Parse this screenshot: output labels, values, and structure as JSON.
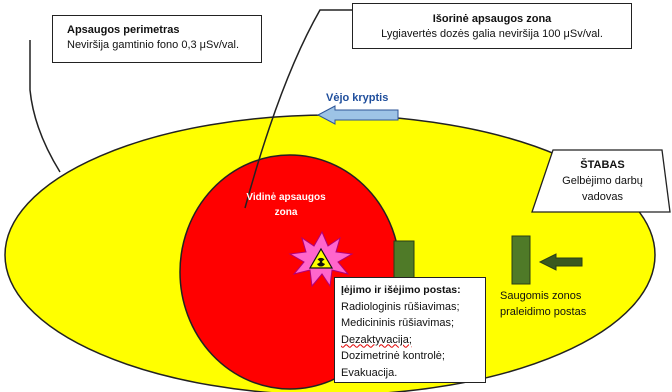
{
  "outer_zone": {
    "title": "Apsaugos perimetras",
    "text": "Neviršija gamtinio fono 0,3 μSv/val."
  },
  "external_zone": {
    "title": "Išorinė apsaugos zona",
    "text": "Lygiavertės dozės galia neviršija 100 μSv/val."
  },
  "wind": {
    "label": "Vėjo kryptis"
  },
  "hq": {
    "title": "ŠTABAS",
    "line1": "Gelbėjimo darbų",
    "line2": "vadovas"
  },
  "inner_zone": {
    "line1": "Vidinė apsaugos",
    "line2": "zona"
  },
  "entry_post": {
    "title": "Įėjimo ir išėjimo postas:",
    "items": [
      "Radiologinis rūšiavimas;",
      "Medicininis rūšiavimas;",
      "Dezaktyvacija;",
      "Dozimetrinė kontrolė;",
      "Evakuacija."
    ]
  },
  "checkpoint": {
    "line1": "Saugomis zonos",
    "line2": "praleidimo postas"
  },
  "colors": {
    "outer": "#ffff00",
    "inner": "#ff0000",
    "post": "#4f7a28",
    "wind_arrow": "#9dc3e6",
    "hq_arrow": "#3a5a1f",
    "burst": "#ff66cc"
  }
}
